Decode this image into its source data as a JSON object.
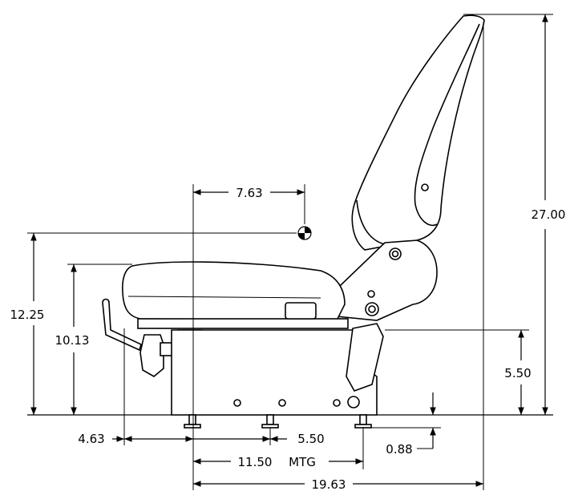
{
  "drawing": {
    "dimensions": {
      "seat_depth_to_cg": "7.63",
      "overall_height": "27.00",
      "cg_height": "12.25",
      "seat_height": "10.13",
      "mount_height": "5.50",
      "lever_offset": "4.63",
      "mount_offset": "5.50",
      "rail_height": "0.88",
      "mounting_width_value": "11.50",
      "mounting_width_suffix": "MTG",
      "overall_depth": "19.63"
    }
  }
}
